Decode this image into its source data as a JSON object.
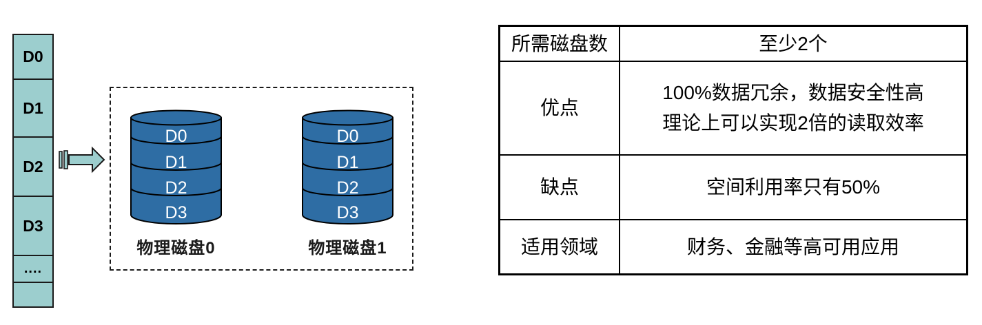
{
  "colors": {
    "block_teal": "#9CCECE",
    "disk_blue": "#2E6DA4",
    "outline": "#1a1a1a",
    "table_border": "#000000",
    "disk_text": "#ffffff"
  },
  "diagram": {
    "logical_column": {
      "blocks": [
        "D0",
        "D1",
        "D2",
        "D3",
        "....",
        ""
      ]
    },
    "arrow": "block-arrow-right",
    "disks": [
      {
        "label": "物理磁盘0",
        "segments": [
          "D0",
          "D1",
          "D2",
          "D3"
        ]
      },
      {
        "label": "物理磁盘1",
        "segments": [
          "D0",
          "D1",
          "D2",
          "D3"
        ]
      }
    ]
  },
  "table": {
    "rows": [
      {
        "label": "所需磁盘数",
        "value": "至少2个"
      },
      {
        "label": "优点",
        "value": "100%数据冗余，数据安全性高\n理论上可以实现2倍的读取效率"
      },
      {
        "label": "缺点",
        "value": "空间利用率只有50%"
      },
      {
        "label": "适用领域",
        "value": "财务、金融等高可用应用"
      }
    ]
  }
}
